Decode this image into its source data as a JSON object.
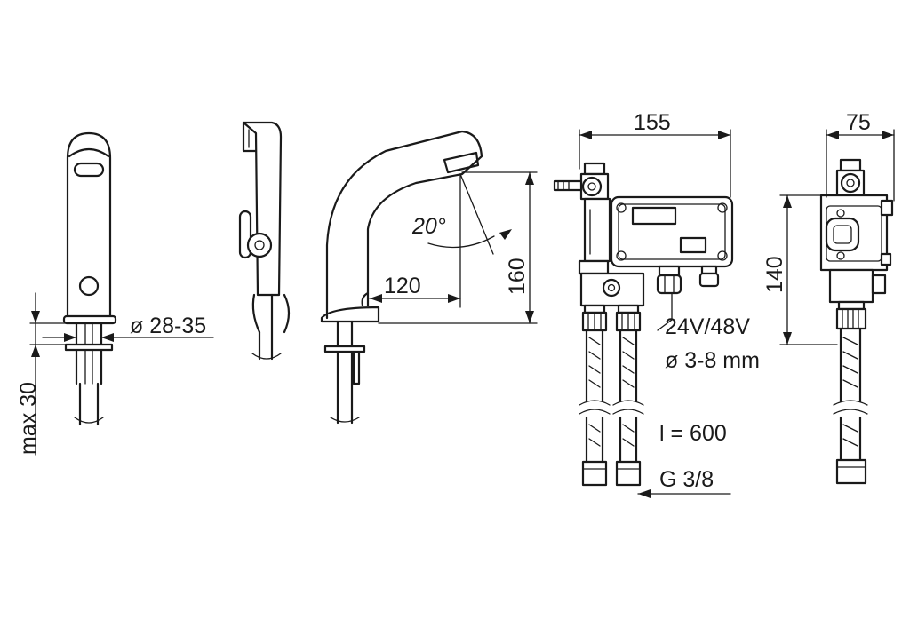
{
  "dimensions": {
    "nut_diameter": "ø 28-35",
    "max_thickness": "max 30",
    "reach": "120",
    "height": "160",
    "angle": "20°",
    "box_width": "155",
    "box_depth": "75",
    "box_height": "140",
    "voltage": "24V/48V",
    "cable_diameter": "ø 3-8 mm",
    "hose_length": "l = 600",
    "thread": "G 3/8"
  }
}
